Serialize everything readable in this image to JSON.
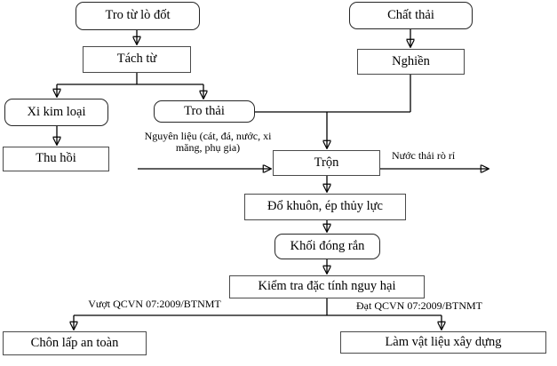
{
  "diagram": {
    "type": "flowchart",
    "language": "vi",
    "nodes": {
      "tro_tu_lo_dot": {
        "label": "Tro từ lò đốt",
        "shape": "rounded"
      },
      "chat_thai": {
        "label": "Chất thải",
        "shape": "rounded"
      },
      "tach_tu": {
        "label": "Tách từ",
        "shape": "rect"
      },
      "nghien": {
        "label": "Nghiền",
        "shape": "rect"
      },
      "xi_kim_loai": {
        "label": "Xi kim loại",
        "shape": "rounded"
      },
      "tro_thai": {
        "label": "Tro thải",
        "shape": "rounded"
      },
      "thu_hoi": {
        "label": "Thu hồi",
        "shape": "rect"
      },
      "tron": {
        "label": "Trộn",
        "shape": "rect"
      },
      "do_khuon": {
        "label": "Đổ khuôn, ép thủy lực",
        "shape": "rect"
      },
      "khoi_dong_ran": {
        "label": "Khối đóng rắn",
        "shape": "rounded"
      },
      "kiem_tra": {
        "label": "Kiểm tra đặc tính nguy hại",
        "shape": "rect"
      },
      "chon_lap": {
        "label": "Chôn lấp an toàn",
        "shape": "rect"
      },
      "lam_vat_lieu": {
        "label": "Làm vật liệu xây dựng",
        "shape": "rect"
      }
    },
    "edge_labels": {
      "nguyen_lieu": "Nguyên liệu (cát, đá, nước, xi măng, phụ gia)",
      "nuoc_thai_ro_ri": "Nước thải rò rỉ",
      "vuot_qcvn": "Vượt QCVN 07:2009/BTNMT",
      "dat_qcvn": "Đạt QCVN 07:2009/BTNMT"
    },
    "edges": [
      {
        "from": "tro_tu_lo_dot",
        "to": "tach_tu"
      },
      {
        "from": "chat_thai",
        "to": "nghien"
      },
      {
        "from": "tach_tu",
        "to": "xi_kim_loai"
      },
      {
        "from": "tach_tu",
        "to": "tro_thai"
      },
      {
        "from": "xi_kim_loai",
        "to": "thu_hoi"
      },
      {
        "from": "tro_thai",
        "to": "tron"
      },
      {
        "from": "nghien",
        "to": "tron"
      },
      {
        "from": "nguyen_lieu_input",
        "to": "tron",
        "label": "Nguyên liệu (cát, đá, nước, xi măng, phụ gia)"
      },
      {
        "from": "tron",
        "to": "nuoc_thai_output",
        "label": "Nước thải rò rỉ"
      },
      {
        "from": "tron",
        "to": "do_khuon"
      },
      {
        "from": "do_khuon",
        "to": "khoi_dong_ran"
      },
      {
        "from": "khoi_dong_ran",
        "to": "kiem_tra"
      },
      {
        "from": "kiem_tra",
        "to": "chon_lap",
        "label": "Vượt QCVN 07:2009/BTNMT"
      },
      {
        "from": "kiem_tra",
        "to": "lam_vat_lieu",
        "label": "Đạt QCVN 07:2009/BTNMT"
      }
    ],
    "colors": {
      "background": "#ffffff",
      "box_border": "#4a4a4a",
      "rounded_box_border": "#262626",
      "text": "#000000",
      "line": "#000000"
    }
  }
}
